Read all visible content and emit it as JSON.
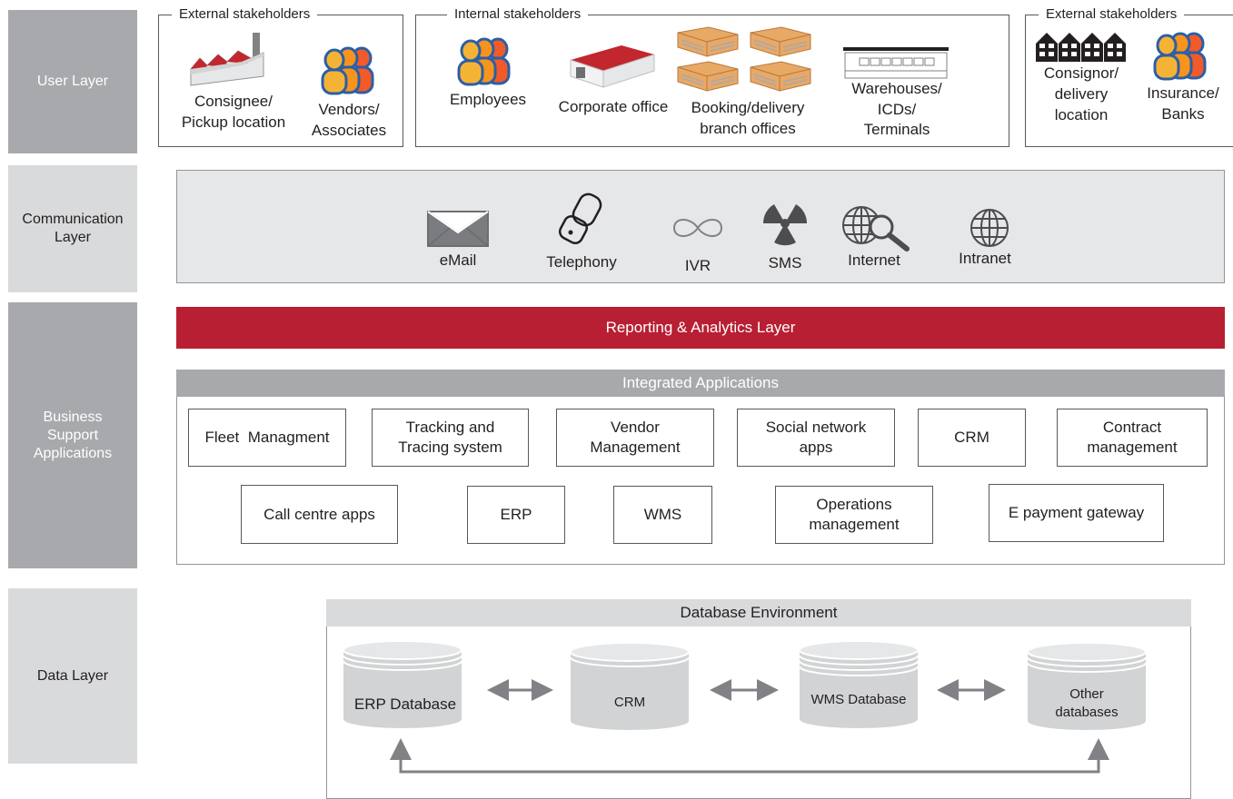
{
  "layers": {
    "user": "User Layer",
    "communication": "Communication Layer",
    "business": "Business Support Applications",
    "data": "Data Layer"
  },
  "groups": {
    "external_left": "External stakeholders",
    "internal": "Internal stakeholders",
    "external_right": "External stakeholders"
  },
  "stakeholders": {
    "consignee": "Consignee/\nPickup location",
    "vendors": "Vendors/\nAssociates",
    "employees": "Employees",
    "corporate": "Corporate office",
    "booking": "Booking/delivery\nbranch offices",
    "warehouses": "Warehouses/\nICDs/\nTerminals",
    "consignor": "Consignor/\ndelivery\nlocation",
    "insurance": "Insurance/\nBanks"
  },
  "communication": {
    "email": "eMail",
    "telephony": "Telephony",
    "ivr": "IVR",
    "sms": "SMS",
    "internet": "Internet",
    "intranet": "Intranet"
  },
  "reporting": "Reporting & Analytics Layer",
  "integrated": "Integrated Applications",
  "apps": {
    "fleet": "Fleet  Managment",
    "tracking": "Tracking and\nTracing system",
    "vendor": "Vendor\nManagement",
    "social": "Social network\napps",
    "crm": "CRM",
    "contract": "Contract\nmanagement",
    "callcentre": "Call centre apps",
    "erp": "ERP",
    "wms": "WMS",
    "operations": "Operations\nmanagement",
    "epayment": "E payment gateway"
  },
  "database": {
    "title": "Database Environment",
    "erp": "ERP Database",
    "crm": "CRM",
    "wms": "WMS Database",
    "other": "Other\ndatabases"
  },
  "colors": {
    "accent_red": "#b81f33",
    "layer_dark": "#a7a9ac",
    "layer_light": "#d9dadb",
    "person_yellow": "#f5b335",
    "person_orange": "#f15a29",
    "person_outline": "#2b5fa6"
  }
}
